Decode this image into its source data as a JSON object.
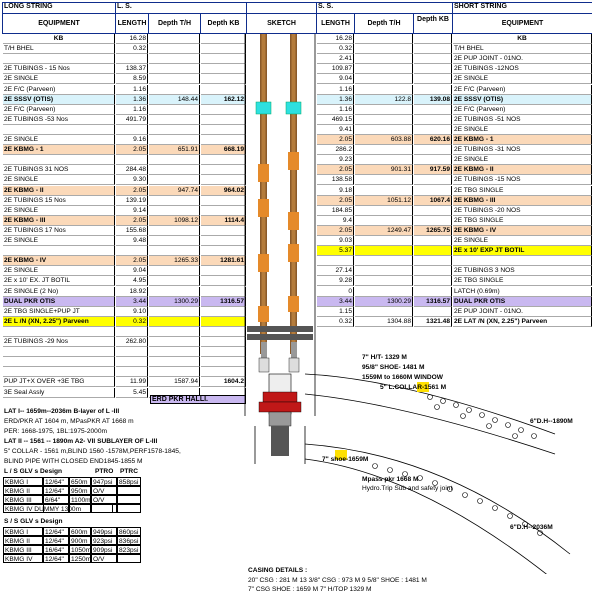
{
  "header": {
    "long_string": "LONG STRING",
    "ls": "L. S.",
    "ss": "S. S.",
    "short_string": "SHORT STRING",
    "equipment": "EQUIPMENT",
    "length": "LENGTH",
    "depth_th": "Depth T/H",
    "depth_kb": "Depth KB",
    "sketch": "SKETCH",
    "depth_kb_short": "Depth KB"
  },
  "left_rows": [
    {
      "eq": "KB",
      "len": "16.28",
      "dth": "",
      "dkb": "",
      "hl": "",
      "bold": true,
      "center": true
    },
    {
      "eq": "T/H  BHEL",
      "len": "0.32",
      "dth": "",
      "dkb": "",
      "hl": "",
      "bold": false
    },
    {
      "eq": "",
      "len": "",
      "dth": "",
      "dkb": "",
      "hl": "",
      "bold": false
    },
    {
      "eq": "2E TUBINGS - 15 Nos",
      "len": "138.37",
      "dth": "",
      "dkb": "",
      "hl": "",
      "bold": false
    },
    {
      "eq": "2E SINGLE",
      "len": "8.59",
      "dth": "",
      "dkb": "",
      "hl": "",
      "bold": false
    },
    {
      "eq": "2E F/C (Parveen)",
      "len": "1.16",
      "dth": "",
      "dkb": "",
      "hl": "",
      "bold": false
    },
    {
      "eq": "2E  SSSV (OTIS)",
      "len": "1.36",
      "dth": "148.44",
      "dkb": "162.12",
      "hl": "blue",
      "bold": true
    },
    {
      "eq": "2E F/C (Parveen)",
      "len": "1.16",
      "dth": "",
      "dkb": "",
      "hl": "",
      "bold": false
    },
    {
      "eq": "2E TUBINGS -53 Nos",
      "len": "491.79",
      "dth": "",
      "dkb": "",
      "hl": "",
      "bold": false
    },
    {
      "eq": "",
      "len": "",
      "dth": "",
      "dkb": "",
      "hl": "",
      "bold": false
    },
    {
      "eq": "2E SINGLE",
      "len": "9.16",
      "dth": "",
      "dkb": "",
      "hl": "",
      "bold": false
    },
    {
      "eq": "2E  KBMG - 1",
      "len": "2.05",
      "dth": "651.91",
      "dkb": "668.19",
      "hl": "orange",
      "bold": true
    },
    {
      "eq": "",
      "len": "",
      "dth": "",
      "dkb": "",
      "hl": "",
      "bold": false
    },
    {
      "eq": "2E TUBINGS 31 NOS",
      "len": "284.48",
      "dth": "",
      "dkb": "",
      "hl": "",
      "bold": false
    },
    {
      "eq": "2E SINGLE",
      "len": "9.30",
      "dth": "",
      "dkb": "",
      "hl": "",
      "bold": false
    },
    {
      "eq": "2E  KBMG - II",
      "len": "2.05",
      "dth": "947.74",
      "dkb": "964.02",
      "hl": "orange",
      "bold": true
    },
    {
      "eq": "2E TUBINGS 15 Nos",
      "len": "139.19",
      "dth": "",
      "dkb": "",
      "hl": "",
      "bold": false
    },
    {
      "eq": "2E SINGLE",
      "len": "9.14",
      "dth": "",
      "dkb": "",
      "hl": "",
      "bold": false
    },
    {
      "eq": "2E  KBMG - III",
      "len": "2.05",
      "dth": "1098.12",
      "dkb": "1114.4",
      "hl": "orange",
      "bold": true
    },
    {
      "eq": "2E TUBINGS 17 Nos",
      "len": "155.68",
      "dth": "",
      "dkb": "",
      "hl": "",
      "bold": false
    },
    {
      "eq": "2E SINGLE",
      "len": "9.48",
      "dth": "",
      "dkb": "",
      "hl": "",
      "bold": false
    },
    {
      "eq": "",
      "len": "",
      "dth": "",
      "dkb": "",
      "hl": "",
      "bold": false
    },
    {
      "eq": "2E  KBMG - IV",
      "len": "2.05",
      "dth": "1265.33",
      "dkb": "1281.61",
      "hl": "orange",
      "bold": true
    },
    {
      "eq": "2E SINGLE",
      "len": "9.04",
      "dth": "",
      "dkb": "",
      "hl": "",
      "bold": false
    },
    {
      "eq": "2E x 10' EX. JT BOTIL",
      "len": "4.95",
      "dth": "",
      "dkb": "",
      "hl": "",
      "bold": false
    },
    {
      "eq": "2E SINGLE (2 No)",
      "len": "18.92",
      "dth": "",
      "dkb": "",
      "hl": "",
      "bold": false
    },
    {
      "eq": "DUAL PKR  OTIS",
      "len": "3.44",
      "dth": "1300.29",
      "dkb": "1316.57",
      "hl": "purple",
      "bold": true
    },
    {
      "eq": "2E TBG SINGLE+PUP JT",
      "len": "9.10",
      "dth": "",
      "dkb": "",
      "hl": "",
      "bold": false
    },
    {
      "eq": "2E L /N (XN, 2.25\") Parveen",
      "len": "0.32",
      "dth": "",
      "dkb": "",
      "hl": "yellow",
      "bold": true
    },
    {
      "eq": "",
      "len": "",
      "dth": "",
      "dkb": "",
      "hl": "",
      "bold": false
    },
    {
      "eq": "2E TUBINGS -29 Nos",
      "len": "262.80",
      "dth": "",
      "dkb": "",
      "hl": "",
      "bold": false
    },
    {
      "eq": "",
      "len": "",
      "dth": "",
      "dkb": "",
      "hl": "",
      "bold": false
    },
    {
      "eq": "",
      "len": "",
      "dth": "",
      "dkb": "",
      "hl": "",
      "bold": false
    },
    {
      "eq": "",
      "len": "",
      "dth": "",
      "dkb": "",
      "hl": "",
      "bold": false
    },
    {
      "eq": "PUP JT+X OVER +3E TBG",
      "len": "11.99",
      "dth": "1587.94",
      "dkb": "1604.2",
      "hl": "",
      "bold": false
    },
    {
      "eq": "3E Seal Assly",
      "len": "5.45",
      "dth": "",
      "dkb": "",
      "hl": "",
      "bold": false
    }
  ],
  "erd_pkr": "ERD PKR HALLI.",
  "right_rows": [
    {
      "len": "16.28",
      "dth": "",
      "dkb": "",
      "eq": "KB",
      "hl": "",
      "bold": true,
      "center": true
    },
    {
      "len": "0.32",
      "dth": "",
      "dkb": "",
      "eq": "T/H  BHEL",
      "hl": "",
      "bold": false
    },
    {
      "len": "2.41",
      "dth": "",
      "dkb": "",
      "eq": "2E PUP JOINT - 01NO.",
      "hl": "",
      "bold": false
    },
    {
      "len": "109.87",
      "dth": "",
      "dkb": "",
      "eq": "2E TUBINGS -12NOS",
      "hl": "",
      "bold": false
    },
    {
      "len": "9.04",
      "dth": "",
      "dkb": "",
      "eq": "2E SINGLE",
      "hl": "",
      "bold": false
    },
    {
      "len": "1.16",
      "dth": "",
      "dkb": "",
      "eq": "2E F/C (Parveen)",
      "hl": "",
      "bold": false
    },
    {
      "len": "1.36",
      "dth": "122.8",
      "dkb": "139.08",
      "eq": "2E  SSSV (OTIS)",
      "hl": "blue",
      "bold": true
    },
    {
      "len": "1.16",
      "dth": "",
      "dkb": "",
      "eq": "2E F/C (Parveen)",
      "hl": "",
      "bold": false
    },
    {
      "len": "469.15",
      "dth": "",
      "dkb": "",
      "eq": "2E TUBINGS -51 NOS",
      "hl": "",
      "bold": false
    },
    {
      "len": "9.41",
      "dth": "",
      "dkb": "",
      "eq": "2E SINGLE",
      "hl": "",
      "bold": false
    },
    {
      "len": "2.05",
      "dth": "603.88",
      "dkb": "620.16",
      "eq": "2E  KBMG - 1",
      "hl": "orange",
      "bold": true
    },
    {
      "len": "286.2",
      "dth": "",
      "dkb": "",
      "eq": "2E TUBINGS -31 NOS",
      "hl": "",
      "bold": false
    },
    {
      "len": "9.23",
      "dth": "",
      "dkb": "",
      "eq": "2E SINGLE",
      "hl": "",
      "bold": false
    },
    {
      "len": "2.05",
      "dth": "901.31",
      "dkb": "917.59",
      "eq": "2E  KBMG - II",
      "hl": "orange",
      "bold": true
    },
    {
      "len": "138.58",
      "dth": "",
      "dkb": "",
      "eq": "2E TUBINGS -15 NOS",
      "hl": "",
      "bold": false
    },
    {
      "len": "9.18",
      "dth": "",
      "dkb": "",
      "eq": "2E TBG SINGLE",
      "hl": "",
      "bold": false
    },
    {
      "len": "2.05",
      "dth": "1051.12",
      "dkb": "1067.4",
      "eq": "2E  KBMG - III",
      "hl": "orange",
      "bold": true
    },
    {
      "len": "184.85",
      "dth": "",
      "dkb": "",
      "eq": "2E TUBINGS -20 NOS",
      "hl": "",
      "bold": false
    },
    {
      "len": "9.4",
      "dth": "",
      "dkb": "",
      "eq": "2E TBG SINGLE",
      "hl": "",
      "bold": false
    },
    {
      "len": "2.05",
      "dth": "1249.47",
      "dkb": "1265.75",
      "eq": "2E  KBMG  - IV",
      "hl": "orange",
      "bold": true
    },
    {
      "len": "9.03",
      "dth": "",
      "dkb": "",
      "eq": "2E SINGLE",
      "hl": "",
      "bold": false
    },
    {
      "len": "5.37",
      "dth": "",
      "dkb": "",
      "eq": "2E x 10' EXP JT BOTIL",
      "hl": "yellow",
      "bold": true
    },
    {
      "len": "",
      "dth": "",
      "dkb": "",
      "eq": "",
      "hl": "",
      "bold": false
    },
    {
      "len": "27.14",
      "dth": "",
      "dkb": "",
      "eq": "2E TUBINGS 3 NOS",
      "hl": "",
      "bold": false
    },
    {
      "len": "9.28",
      "dth": "",
      "dkb": "",
      "eq": "2E TBG SINGLE",
      "hl": "",
      "bold": false
    },
    {
      "len": "0",
      "dth": "",
      "dkb": "",
      "eq": "LATCH (0.69m)",
      "hl": "",
      "bold": false
    },
    {
      "len": "3.44",
      "dth": "1300.29",
      "dkb": "1316.57",
      "eq": "DUAL PKR  OTIS",
      "hl": "purple",
      "bold": true
    },
    {
      "len": "1.15",
      "dth": "",
      "dkb": "",
      "eq": "2E PUP JOINT - 01NO.",
      "hl": "",
      "bold": false
    },
    {
      "len": "0.32",
      "dth": "1304.88",
      "dkb": "1321.48",
      "eq": "2E LAT /N (XN, 2.25\") Parveen",
      "hl": "",
      "bold": true
    }
  ],
  "sketch_labels": {
    "th": "7\" H/T- 1329 M",
    "shoe958": "95/8\" SHOE- 1481 M",
    "window": "1559M  to      1660M WINDOW",
    "lcollar": "5\" L.COLLAR-1561 M",
    "dh1890": "6\"D.H--1890M",
    "shoe7": "7\" shoe-1659M",
    "mpass": "Mpass pkr   1668 M",
    "hydro": "Hydro.Trip Sub and safety joint",
    "dh2036": "6\"D.H--2036M"
  },
  "notes": [
    {
      "text": "LAT I--  1659m--2036m  B-layer of L -III",
      "bold": true
    },
    {
      "text": "ERD/PKR AT 1604 m,  MPasPKR   AT 1668 m",
      "bold": false
    },
    {
      "text": "PER: 1668-1975,  1BL:1975-2000m",
      "bold": false
    },
    {
      "text": "LAT II -- 1561 -- 1890m  A2- VII  SUBLAYER OF L-III",
      "bold": true
    },
    {
      "text": "5\" COLLAR - 1561 m,BLIND 1560 -1578M,PERF1578-1845,",
      "bold": false
    },
    {
      "text": "BLIND PIPE WITH CLOSED END1845-1855 M",
      "bold": false
    }
  ],
  "ls_glv": {
    "title": "L / S  GLV s Design",
    "cols": [
      "",
      "",
      "PTRO",
      "PTRC"
    ],
    "rows": [
      [
        "KBMG I",
        "12/64\"",
        "650m",
        "947psi",
        "858psi"
      ],
      [
        "KBMG II",
        "12/64\"",
        "950m",
        "O/V",
        ""
      ],
      [
        "KBMG III",
        "6/64\"",
        "1100m",
        "O/V",
        ""
      ],
      [
        "KBMG IV DUMMY 1300m",
        "",
        "",
        "",
        ""
      ]
    ]
  },
  "ss_glv": {
    "title": "S / S  GLV s Design",
    "rows": [
      [
        "KBMG I",
        "12/64\"",
        "600m",
        "949psi",
        "860psi"
      ],
      [
        "KBMG II",
        "12/64\"",
        "900m",
        "923psi",
        "836psi"
      ],
      [
        "KBMG III",
        "16/64\"",
        "1050m",
        "909psi",
        "823psi"
      ],
      [
        "KBMG IV",
        "12/64\"",
        "1250m",
        "O/V",
        ""
      ]
    ]
  },
  "casing": {
    "title": "CASING DETAILS :",
    "line1": "20\" CSG : 281 M  13 3/8\" CSG : 973 M  9 5/8\" SHOE : 1481 M",
    "line2": "7\" CSG SHOE : 1659 M          7\" H/TOP  1329 M"
  }
}
